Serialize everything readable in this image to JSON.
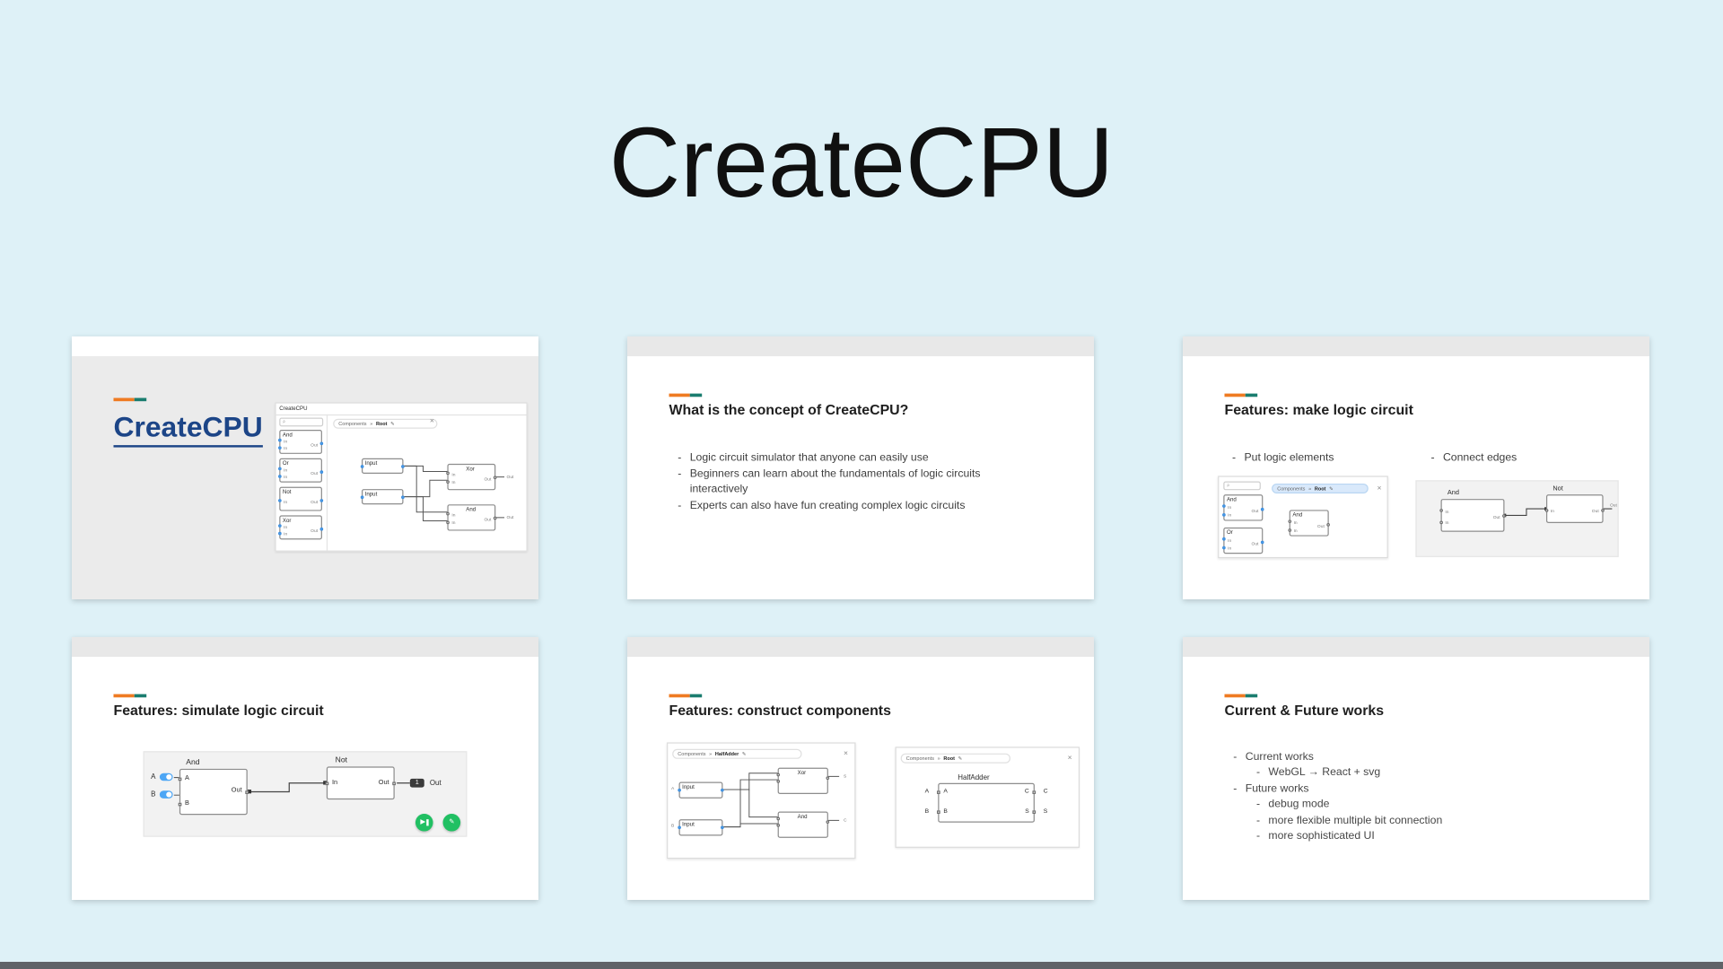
{
  "page": {
    "title": "CreateCPU"
  },
  "colors": {
    "background": "#def1f7",
    "accent_orange": "#ef7b22",
    "accent_teal": "#1a7d6f",
    "title_navy": "#1c4587",
    "green_button": "#21c063",
    "toggle_blue": "#4da6f5"
  },
  "icons": {
    "search": "⌕",
    "close": "×",
    "pencil": "✎",
    "chevron": "»",
    "run": "▶",
    "edit": "✎"
  },
  "app": {
    "window_title": "CreateCPU",
    "components_label": "Components",
    "root_label": "Root",
    "halfadder_label": "HalfAdder",
    "gate_and": "And",
    "gate_or": "Or",
    "gate_not": "Not",
    "gate_xor": "Xor",
    "gate_input": "Input",
    "port_in": "In",
    "port_out": "Out",
    "port_a": "A",
    "port_b": "B",
    "port_c": "C",
    "port_s": "S",
    "value_one": "1"
  },
  "slides": {
    "title_slide": {
      "title": "CreateCPU"
    },
    "concept": {
      "title": "What is the concept of CreateCPU?",
      "bullets": [
        "Logic circuit simulator that anyone can easily use",
        "Beginners can learn about the fundamentals of logic circuits interactively",
        "Experts can also have fun creating complex logic circuits"
      ]
    },
    "make": {
      "title": "Features: make logic circuit",
      "bullet_left": "Put logic elements",
      "bullet_right": "Connect edges"
    },
    "simulate": {
      "title": "Features: simulate logic circuit"
    },
    "construct": {
      "title": "Features: construct components"
    },
    "works": {
      "title": "Current & Future works",
      "items": [
        {
          "text": "Current works",
          "children": [
            "WebGL → React + svg"
          ]
        },
        {
          "text": "Future works",
          "children": [
            "debug mode",
            "more flexible multiple bit connection",
            "more sophisticated UI"
          ]
        }
      ]
    }
  }
}
